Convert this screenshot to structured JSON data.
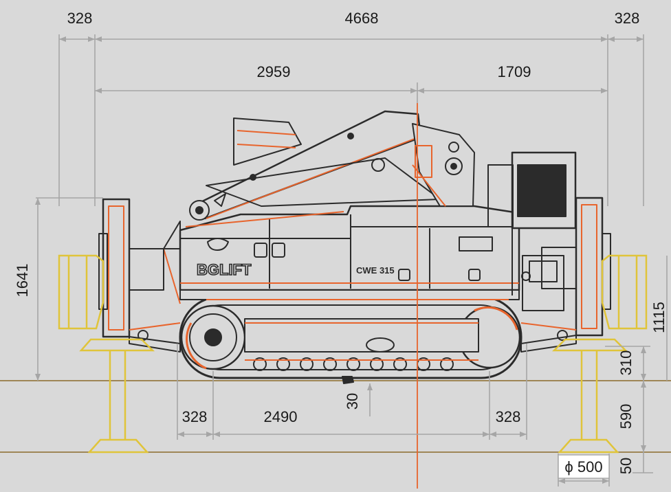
{
  "brand": {
    "logo_text": "BGLIFT",
    "model_text": "CWE 315"
  },
  "dimensions": {
    "outrigger_left": "328",
    "overall_width": "4668",
    "outrigger_right": "328",
    "front_section": "2959",
    "rear_section": "1709",
    "total_height": "1641",
    "right_height": "1115",
    "track_ground_clearance": "310",
    "stabilizer_travel": "590",
    "pad_thickness": "50",
    "track_offset_left": "328",
    "track_length": "2490",
    "track_offset_right": "328",
    "undercarriage_clearance": "30",
    "pad_diameter": "ϕ 500"
  },
  "colors": {
    "background": "#d9d9d9",
    "machine_outline": "#2b2b2b",
    "machine_accent": "#e8642c",
    "stabilizer_pad": "#e0c43a",
    "dimension_line": "#a6a6a6",
    "ground_line": "#8a6a2a",
    "centerline": "#e8642c"
  }
}
